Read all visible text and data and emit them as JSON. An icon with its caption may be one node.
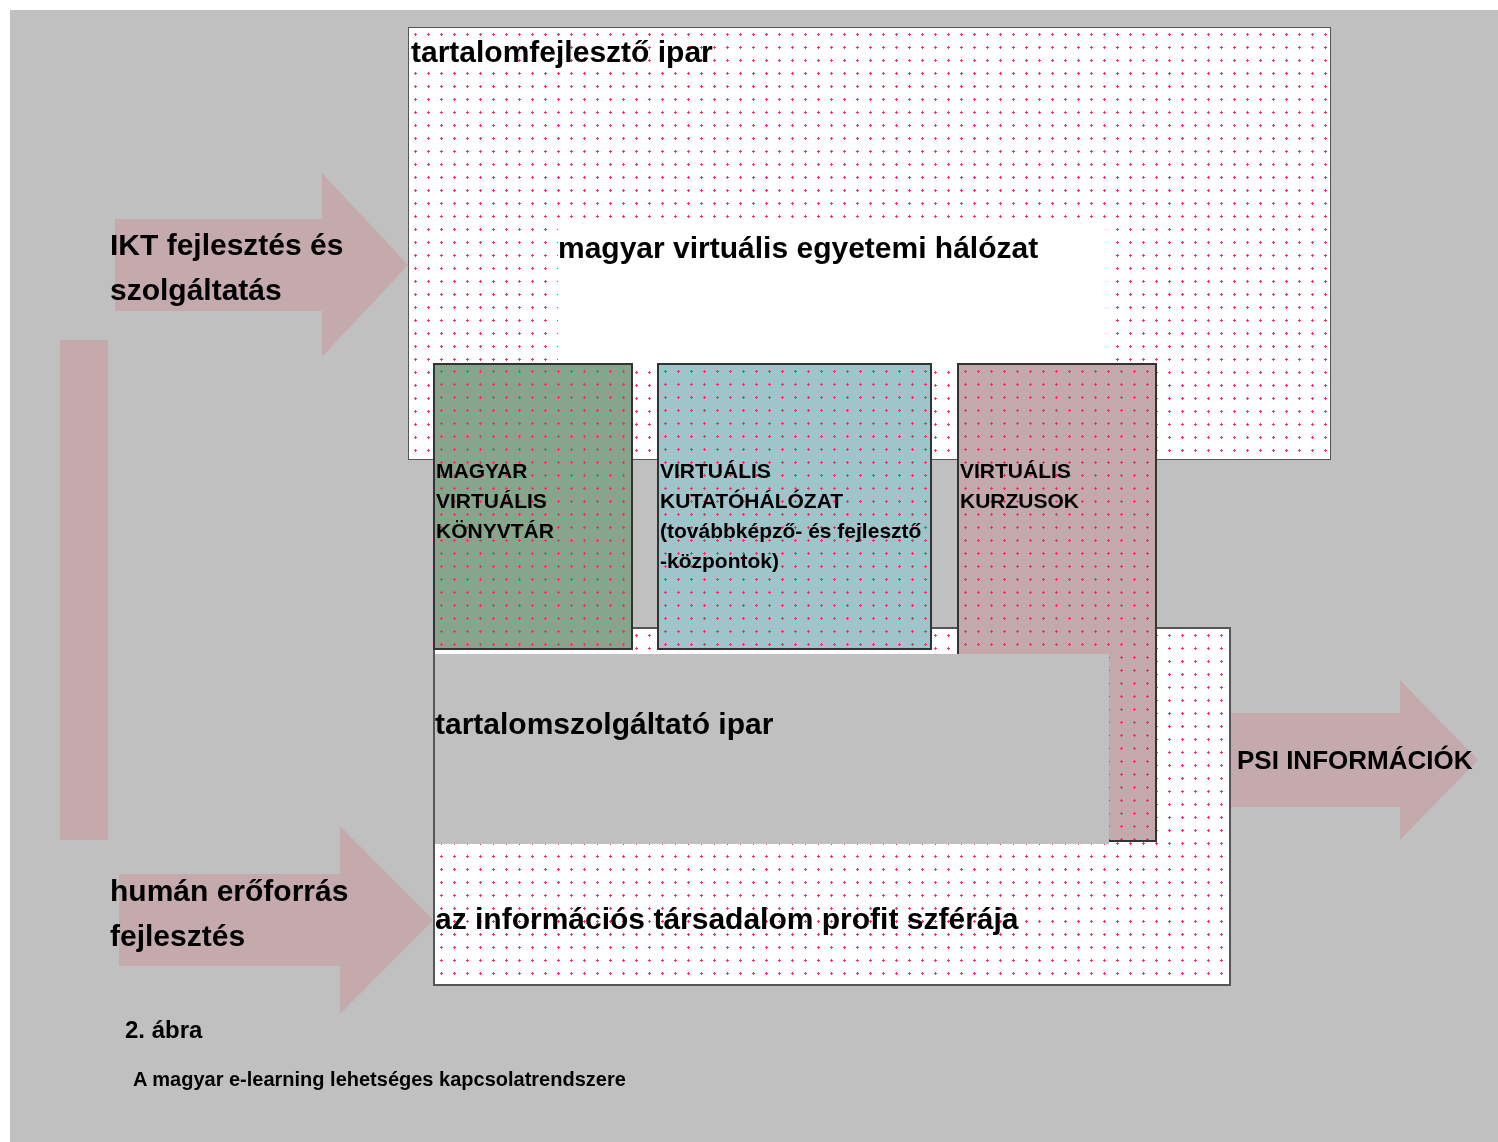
{
  "diagram": {
    "caption": "A magyar e-learning lehetséges kapcsolatrendszere",
    "nodes": [
      {
        "text": [
          "tartalomfejlesztő ipar"
        ]
      },
      {
        "text": [
          "magyar virtuális egyetemi hálózat"
        ],
        "in": 0
      },
      {
        "text": [
          "MAGYAR VIRTUÁLIS KÖNYVTÁR"
        ]
      },
      {
        "text": [
          "VIRTUÁLIS KUTATÓHÁLÓZAT (továbbképző- és fejlesztő -központok)"
        ]
      },
      {
        "text": [
          "VIRTUÁLIS KURZUSOK"
        ]
      },
      {
        "text": [
          "az információs társadalom profit szférája"
        ]
      },
      {
        "text": [
          "tartalomszolgáltató ipar"
        ],
        "in": 5
      },
      {
        "text": [],
        "shape": "bar"
      }
    ],
    "edges": [
      {
        "from": null,
        "to": 0,
        "arrow": "to",
        "label": "IKT fejlesztés és szolgáltatás"
      },
      {
        "from": null,
        "to": 5,
        "arrow": "to",
        "label": "humán erőforrás fejlesztés"
      },
      {
        "from": 5,
        "to": null,
        "arrow": "to",
        "label": "PSI INFORMÁCIÓK"
      }
    ],
    "labels": [
      "2. ábra"
    ]
  }
}
